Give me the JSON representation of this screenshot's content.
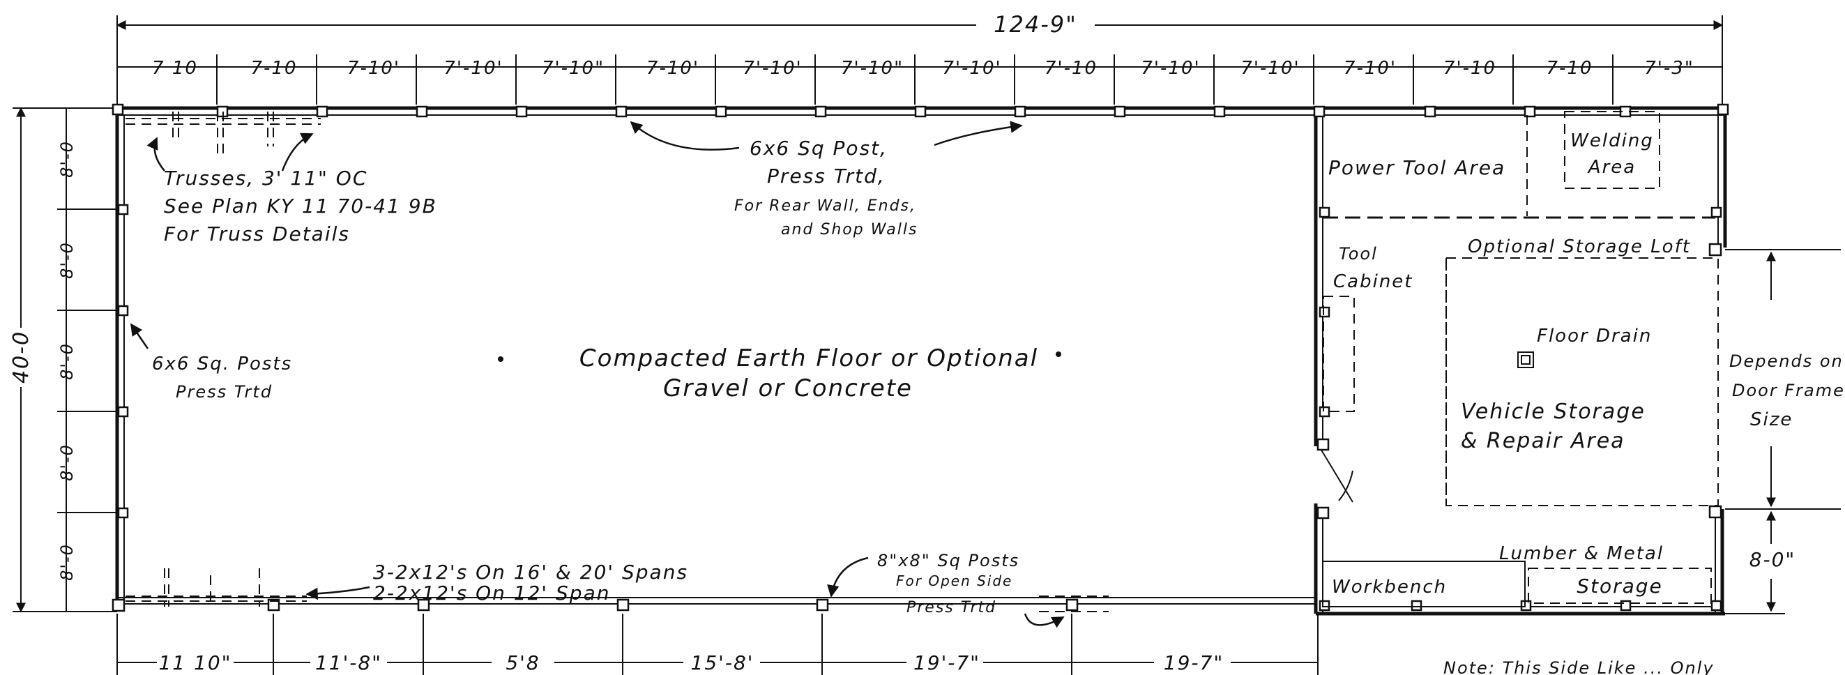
{
  "overall_dimension": "124-9\"",
  "top_spans": [
    "7 10",
    "7-10",
    "7-10'",
    "7'-10'",
    "7'-10\"",
    "7-10'",
    "7'-10'",
    "7'-10\"",
    "7'-10'",
    "7'-10",
    "7'-10'",
    "7'-10'",
    "7-10'",
    "7'-10",
    "7-10",
    "7'-3\""
  ],
  "left_overall": "40-0",
  "left_spans": [
    "8'-0",
    "8'-0",
    "8'-0",
    "8'-0",
    "8'-0"
  ],
  "bottom_spans": [
    "11 10\"",
    "11'-8\"",
    "5'8",
    "15'-8'",
    "19'-7\"",
    "19-7\""
  ],
  "right_dims": {
    "door_line1": "Depends on",
    "door_line2": "Door Frame",
    "door_line3": "Size",
    "bottom": "8-0\""
  },
  "notes": {
    "trusses_line1": "Trusses, 3' 11\" OC",
    "trusses_line2": "See Plan KY 11 70-41 9B",
    "trusses_line3": "For Truss Details",
    "post_top_line1": "6x6 Sq Post,",
    "post_top_line2": "Press Trtd,",
    "post_top_line3": "For Rear Wall, Ends,",
    "post_top_line4": "and Shop Walls",
    "post_left_line1": "6x6 Sq. Posts",
    "post_left_line2": "Press Trtd",
    "floor_line1": "Compacted Earth Floor or Optional",
    "floor_line2": "Gravel or Concrete",
    "beams_line1": "3-2x12's On 16' & 20' Spans",
    "beams_line2": "2-2x12's On 12' Span",
    "open_posts_line1": "8\"x8\" Sq Posts",
    "open_posts_line2": "For Open Side",
    "open_posts_line3": "Press Trtd",
    "footer": "Note: This Side Like ... Only"
  },
  "areas": {
    "power_tool": "Power Tool Area",
    "welding_line1": "Welding",
    "welding_line2": "Area",
    "loft": "Optional Storage Loft",
    "tool_cabinet_line1": "Tool",
    "tool_cabinet_line2": "Cabinet",
    "floor_drain": "Floor Drain",
    "vehicle_line1": "Vehicle Storage",
    "vehicle_line2": "& Repair Area",
    "lumber": "Lumber & Metal",
    "storage": "Storage",
    "workbench": "Workbench"
  }
}
